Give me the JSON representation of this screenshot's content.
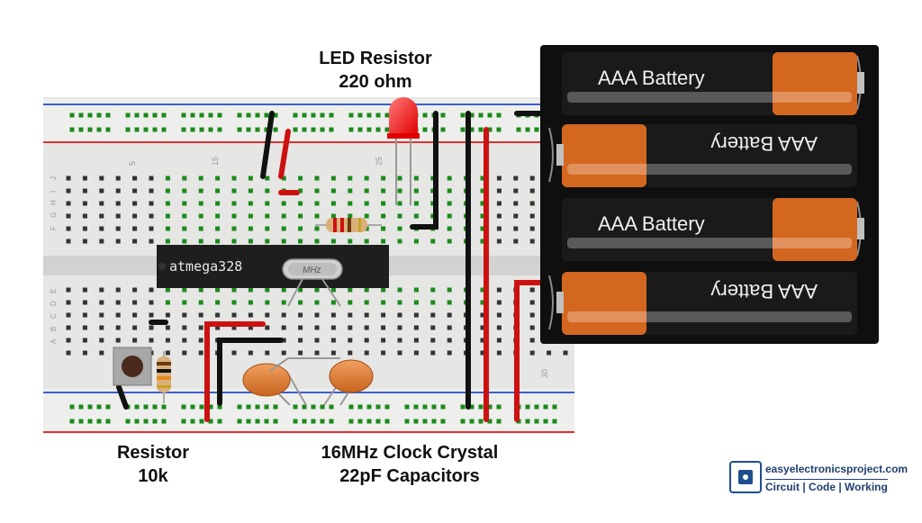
{
  "labels": {
    "led_resistor_line1": "LED Resistor",
    "led_resistor_line2": "220 ohm",
    "resistor_line1": "Resistor",
    "resistor_line2": "10k",
    "crystal_line1": "16MHz Clock Crystal",
    "crystal_line2": "22pF Capacitors"
  },
  "chip": {
    "name": "atmega328",
    "crystal_marking": "MHz"
  },
  "battery": {
    "label": "AAA Battery",
    "cells": 4
  },
  "breadboard": {
    "column_numbers": [
      "5",
      "15",
      "25",
      "30"
    ],
    "row_letters_top": [
      "J",
      "I",
      "H",
      "G",
      "F"
    ],
    "row_letters_bottom": [
      "E",
      "D",
      "C",
      "B",
      "A"
    ]
  },
  "brand": {
    "site": "easyelectronicsproject.com",
    "tagline": "Circuit | Code | Working"
  },
  "colors": {
    "wire_black": "#111111",
    "wire_red": "#cc1111",
    "breadboard": "#e6e6e4",
    "hole_green": "#1a8a1a",
    "battery_orange": "#d4671f",
    "led_red": "#ff2020",
    "brand_blue": "#1f3f6f"
  }
}
